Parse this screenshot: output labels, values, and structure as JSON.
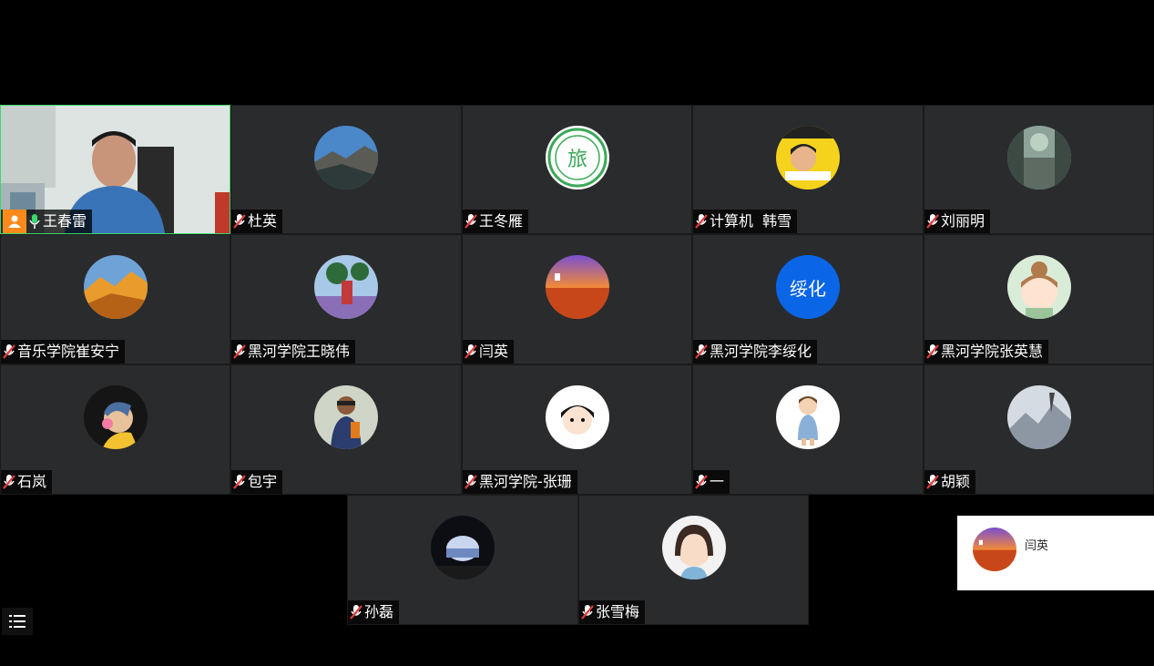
{
  "participants": [
    {
      "name": "王春雷",
      "host": true
    },
    {
      "name": "杜英"
    },
    {
      "name": "王冬雁"
    },
    {
      "name": "计算机  韩雪"
    },
    {
      "name": "刘丽明"
    },
    {
      "name": "音乐学院崔安宁"
    },
    {
      "name": "黑河学院王晓伟"
    },
    {
      "name": "闫英"
    },
    {
      "name": "黑河学院李绥化",
      "avatar_text": "绥化"
    },
    {
      "name": "黑河学院张英慧"
    },
    {
      "name": "石岚"
    },
    {
      "name": "包宇"
    },
    {
      "name": "黑河学院-张珊"
    },
    {
      "name": "一"
    },
    {
      "name": "胡颖"
    },
    {
      "name": "孙磊"
    },
    {
      "name": "张雪梅"
    }
  ],
  "popup": {
    "name": "闫英"
  },
  "colors": {
    "tile_bg": "#2a2b2d",
    "mic_muted": "#e23b3b",
    "mic_active": "#3bd86f",
    "host_badge": "#ff8a1c",
    "avatar_blue": "#0a66e6"
  },
  "icons": {
    "list": "list-icon",
    "mic_muted": "mic-muted-icon",
    "mic_active": "mic-active-icon",
    "host": "host-person-icon"
  }
}
